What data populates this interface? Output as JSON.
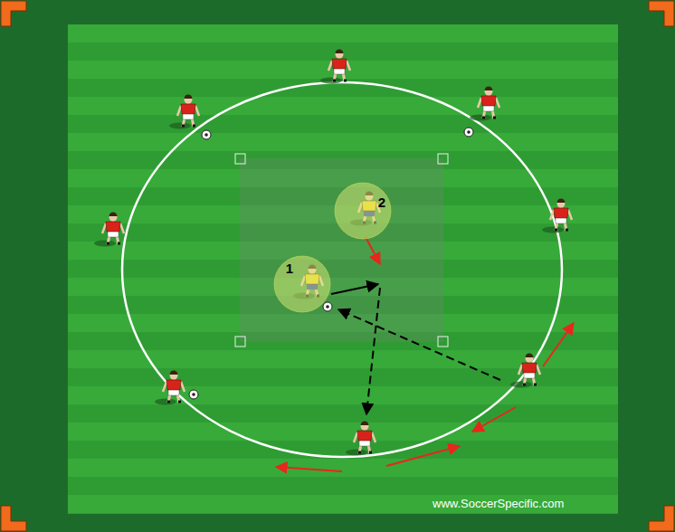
{
  "diagram": {
    "nodes": [
      {
        "text": [
          "1"
        ]
      },
      {
        "text": [
          "2"
        ]
      }
    ],
    "labels": [
      "www.SoccerSpecific.com"
    ]
  }
}
